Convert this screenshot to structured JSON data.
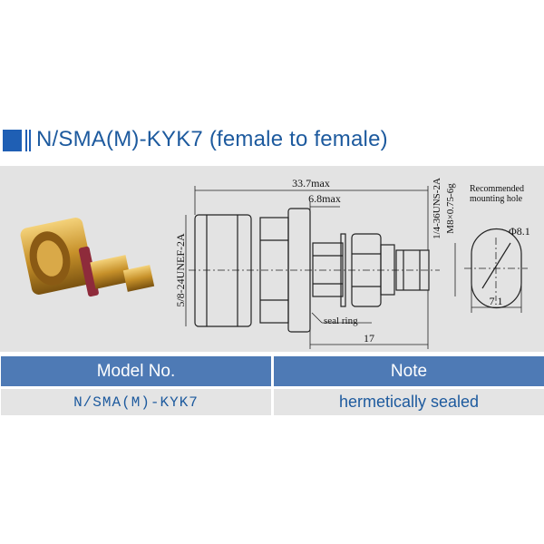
{
  "title": "N/SMA(M)-KYK7 (female to female)",
  "drawing": {
    "overall_length": "33.7max",
    "flange_length": "6.8max",
    "thread_left": "5/8-24UNEF-2A",
    "thread_right_1": "1/4-36UNS-2A",
    "thread_right_2": "M8×0.75-6g",
    "seal_ring": "seal ring",
    "length_17": "17",
    "mounting_hole_label_1": "Recommended",
    "mounting_hole_label_2": "mounting hole",
    "hole_diameter": "Φ8.1",
    "hole_flat": "7.1"
  },
  "table": {
    "headers": [
      "Model No.",
      "Note"
    ],
    "rows": [
      [
        "N/SMA(M)-KYK7",
        "hermetically sealed"
      ]
    ]
  },
  "colors": {
    "accent": "#1f5fb4",
    "header_bg": "#4e7ab5",
    "panel_bg": "#e3e3e3"
  }
}
